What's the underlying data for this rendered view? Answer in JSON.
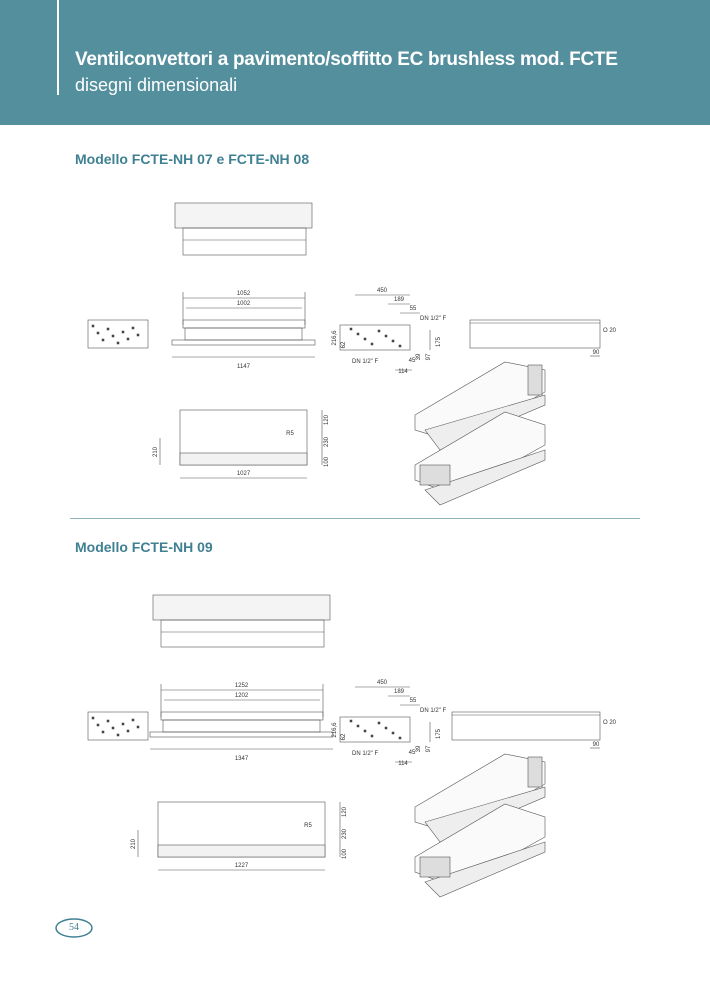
{
  "header": {
    "title": "Ventilconvettori a pavimento/soffitto EC brushless mod. FCTE",
    "subtitle": "disegni dimensionali",
    "color": "#548f9e"
  },
  "sections": [
    {
      "title": "Modello FCTE-NH 07 e FCTE-NH 08",
      "dims": {
        "overall": "1052",
        "inner": "1002",
        "base": "1147",
        "bottom": "1027",
        "d450": "450",
        "d189": "189",
        "d55": "55",
        "d2166": "216,6",
        "d62": "62",
        "d175": "175",
        "d39": "39",
        "d97": "97",
        "d45": "45",
        "d114": "114",
        "dn_top": "DN 1/2\" F",
        "dn_bottom": "DN 1/2\" F",
        "o20": "O 20",
        "d90": "90",
        "r5": "R5",
        "d210": "210",
        "d120": "120",
        "d230": "230",
        "d100": "100"
      }
    },
    {
      "title": "Modello FCTE-NH 09",
      "dims": {
        "overall": "1252",
        "inner": "1202",
        "base": "1347",
        "bottom": "1227",
        "d450": "450",
        "d189": "189",
        "d55": "55",
        "d2166": "216,6",
        "d62": "62",
        "d175": "175",
        "d39": "39",
        "d97": "97",
        "d45": "45",
        "d114": "114",
        "dn_top": "DN 1/2\" F",
        "dn_bottom": "DN 1/2\" F",
        "o20": "O 20",
        "d90": "90",
        "r5": "R5",
        "d210": "210",
        "d120": "120",
        "d230": "230",
        "d100": "100"
      }
    }
  ],
  "footer": {
    "page_number": "54"
  }
}
